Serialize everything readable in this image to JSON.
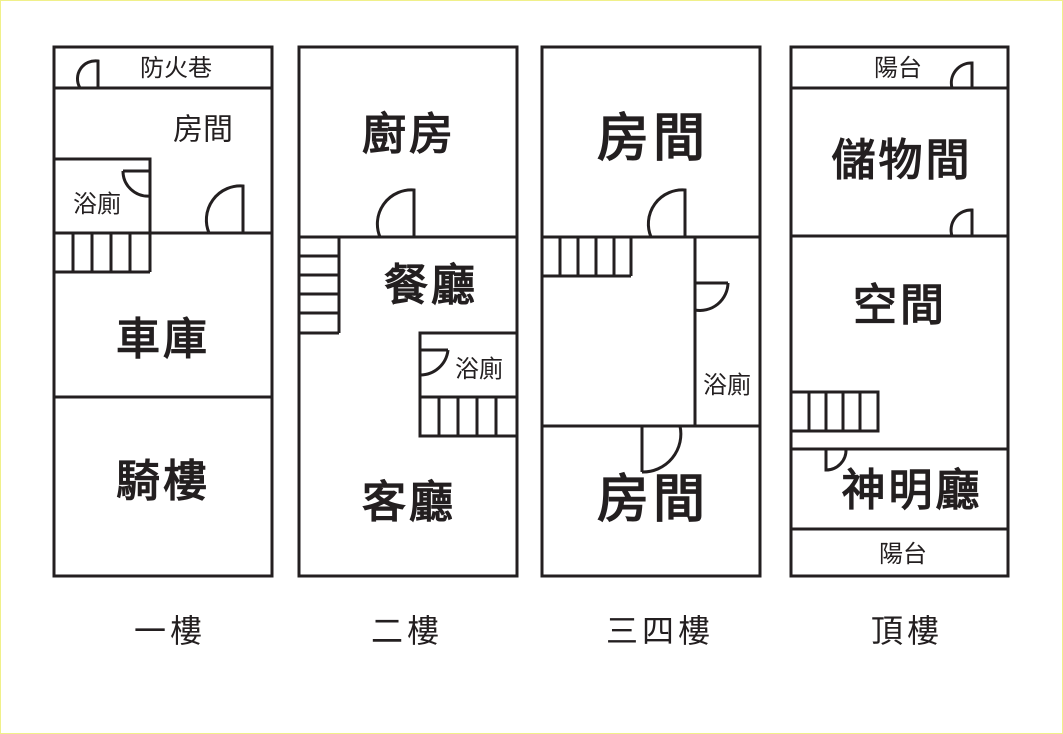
{
  "colors": {
    "line": "#231f20",
    "background": "#ffffff",
    "border": "#f0f08a"
  },
  "floors": [
    {
      "name": "一樓",
      "rooms": {
        "alley": "防火巷",
        "room": "房間",
        "bath": "浴廁",
        "garage": "車庫",
        "arcade": "騎樓"
      }
    },
    {
      "name": "二樓",
      "rooms": {
        "kitchen": "廚房",
        "dining": "餐廳",
        "bath": "浴廁",
        "living": "客廳"
      }
    },
    {
      "name": "三四樓",
      "rooms": {
        "room_top": "房間",
        "bath": "浴廁",
        "room_bottom": "房間"
      }
    },
    {
      "name": "頂樓",
      "rooms": {
        "balcony_top": "陽台",
        "storage": "儲物間",
        "space": "空間",
        "shrine": "神明廳",
        "balcony_bottom": "陽台"
      }
    }
  ]
}
